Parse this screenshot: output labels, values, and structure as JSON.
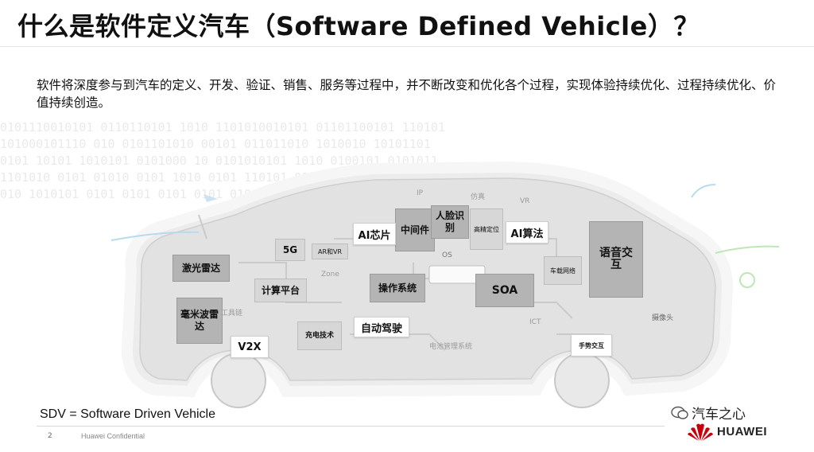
{
  "title": "什么是软件定义汽车（Software Defined Vehicle）？",
  "description": "软件将深度参与到汽车的定义、开发、验证、销售、服务等过程中，并不断改变和优化各个过程，实现体验持续优化、过程持续优化、价值持续创造。",
  "binary_lines": [
    "0101110010101 0110110101 1010 1101010010101 01101100101 110101",
    "101000101110 010 0101101010 00101 011011010 1010010 10101101",
    "0101 10101 1010101 0101000 10 0101010101 1010 0100101 0101011",
    "1101010 0101 01010 0101 1010 0101 110101 0101 01101 010 0101011",
    "010 1010101 0101 0101 0101 0101 01010 01010 101010 10101 010101"
  ],
  "car": {
    "chips": {
      "ai_chip": "AI芯片",
      "middleware": "中间件",
      "face_recognition": "人脸识别",
      "ai_algorithm": "AI算法",
      "voice_interaction": "语音交互",
      "lidar": "激光雷达",
      "five_g": "5G",
      "ar_vr": "AR和VR",
      "compute_platform": "计算平台",
      "os": "操作系统",
      "soa": "SOA",
      "mmwave_radar": "毫米波雷达",
      "charging_tech": "充电技术",
      "autonomous_driving": "自动驾驶",
      "v2x": "V2X",
      "gesture_interaction": "手势交互",
      "vehicle_network": "车载网络",
      "hd_positioning": "高精定位"
    },
    "faint_labels": {
      "ip": "IP",
      "vr": "VR",
      "zone": "Zone",
      "os_label": "OS",
      "ict": "ICT",
      "bms": "电池管理系统",
      "camera": "摄像头",
      "industrial": "工具链",
      "top_mid": "仿真"
    }
  },
  "sdv_line": "SDV  = Software Driven Vehicle",
  "footer": {
    "page_number": "2",
    "confidential": "Huawei Confidential",
    "wechat": "汽车之心",
    "brand": "HUAWEI"
  },
  "colors": {
    "brand_red": "#c7000b",
    "chip_gray": "#b4b4b4",
    "car_fill": "#e6e6e6"
  }
}
